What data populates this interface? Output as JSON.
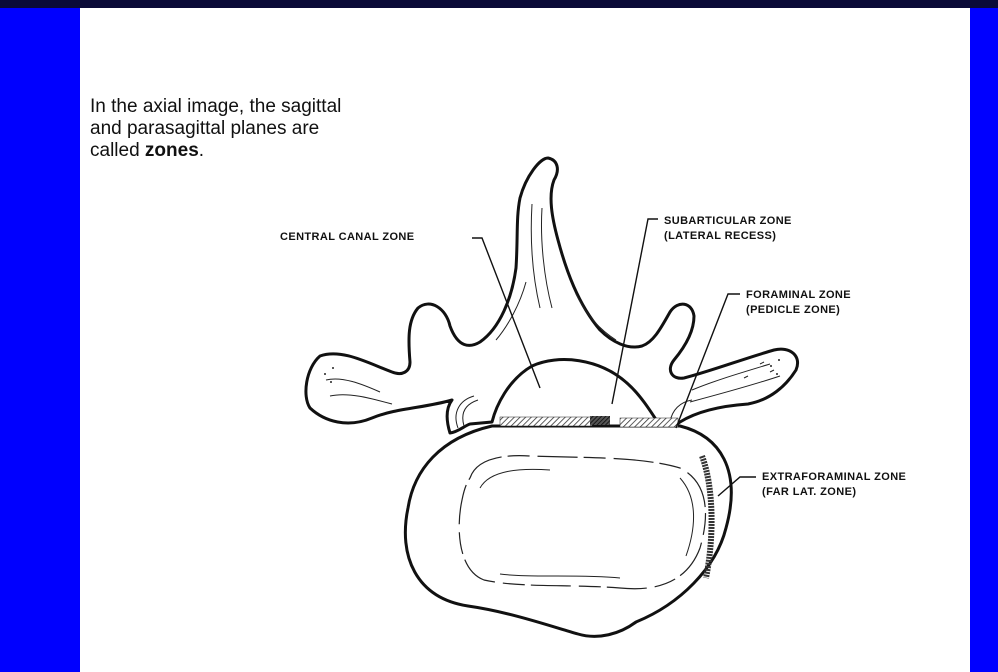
{
  "caption": {
    "line1": "In the axial image, the sagittal",
    "line2": "and parasagittal planes are",
    "line3_prefix": "called ",
    "line3_bold": "zones",
    "line3_suffix": "."
  },
  "labels": {
    "central_canal": "CENTRAL CANAL ZONE",
    "subarticular_1": "SUBARTICULAR ZONE",
    "subarticular_2": "(LATERAL RECESS)",
    "foraminal_1": "FORAMINAL ZONE",
    "foraminal_2": "(PEDICLE ZONE)",
    "extraforaminal_1": "EXTRAFORAMINAL ZONE",
    "extraforaminal_2": "(FAR LAT. ZONE)"
  },
  "colors": {
    "border": "#0000ff",
    "background": "#ffffff",
    "ink": "#111111"
  }
}
